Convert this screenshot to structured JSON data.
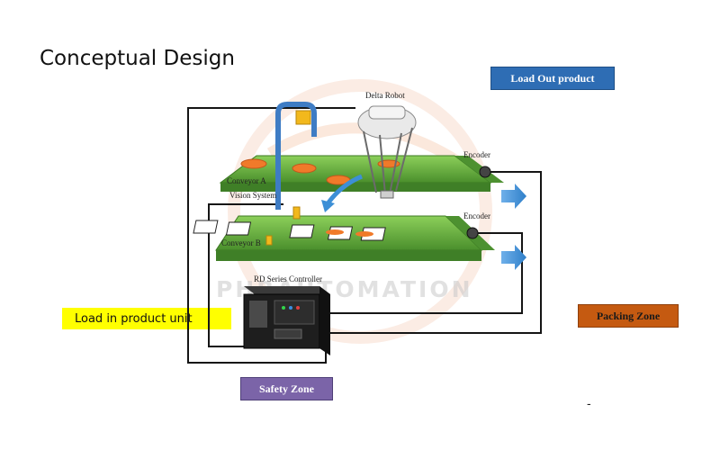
{
  "slide": {
    "title": "Conceptual Design"
  },
  "labels": {
    "load_out_product": "Load Out product",
    "packing_zone": "Packing Zone",
    "safety_zone": "Safety Zone",
    "load_in_product_unit": "Load in product unit",
    "delta_robot": "Delta Robot",
    "encoder_top": "Encoder",
    "encoder_bottom": "Encoder",
    "conveyor_a": "Conveyor A",
    "conveyor_b": "Conveyor B",
    "vision_system": "Vision System",
    "controller": "RD Series Controller",
    "trailing_mark": "-"
  },
  "watermark": {
    "text": "PHRAUTOMATION"
  },
  "colors": {
    "conveyor_green": "#5fa63a",
    "product_orange": "#f07a2a",
    "arrow_blue": "#3d8fd6",
    "vision_frame_blue": "#3e7cc4",
    "vision_camera_yellow": "#f2b81c",
    "controller_body": "#1e1e1e",
    "load_out_tag": "#2e6db4",
    "packing_tag": "#c55a11",
    "safety_tag": "#7b64a8",
    "load_in_tag": "#ffff00"
  },
  "icons": {
    "robot": "delta-robot-icon",
    "encoder": "encoder-icon",
    "camera": "camera-icon",
    "controller": "controller-icon"
  }
}
